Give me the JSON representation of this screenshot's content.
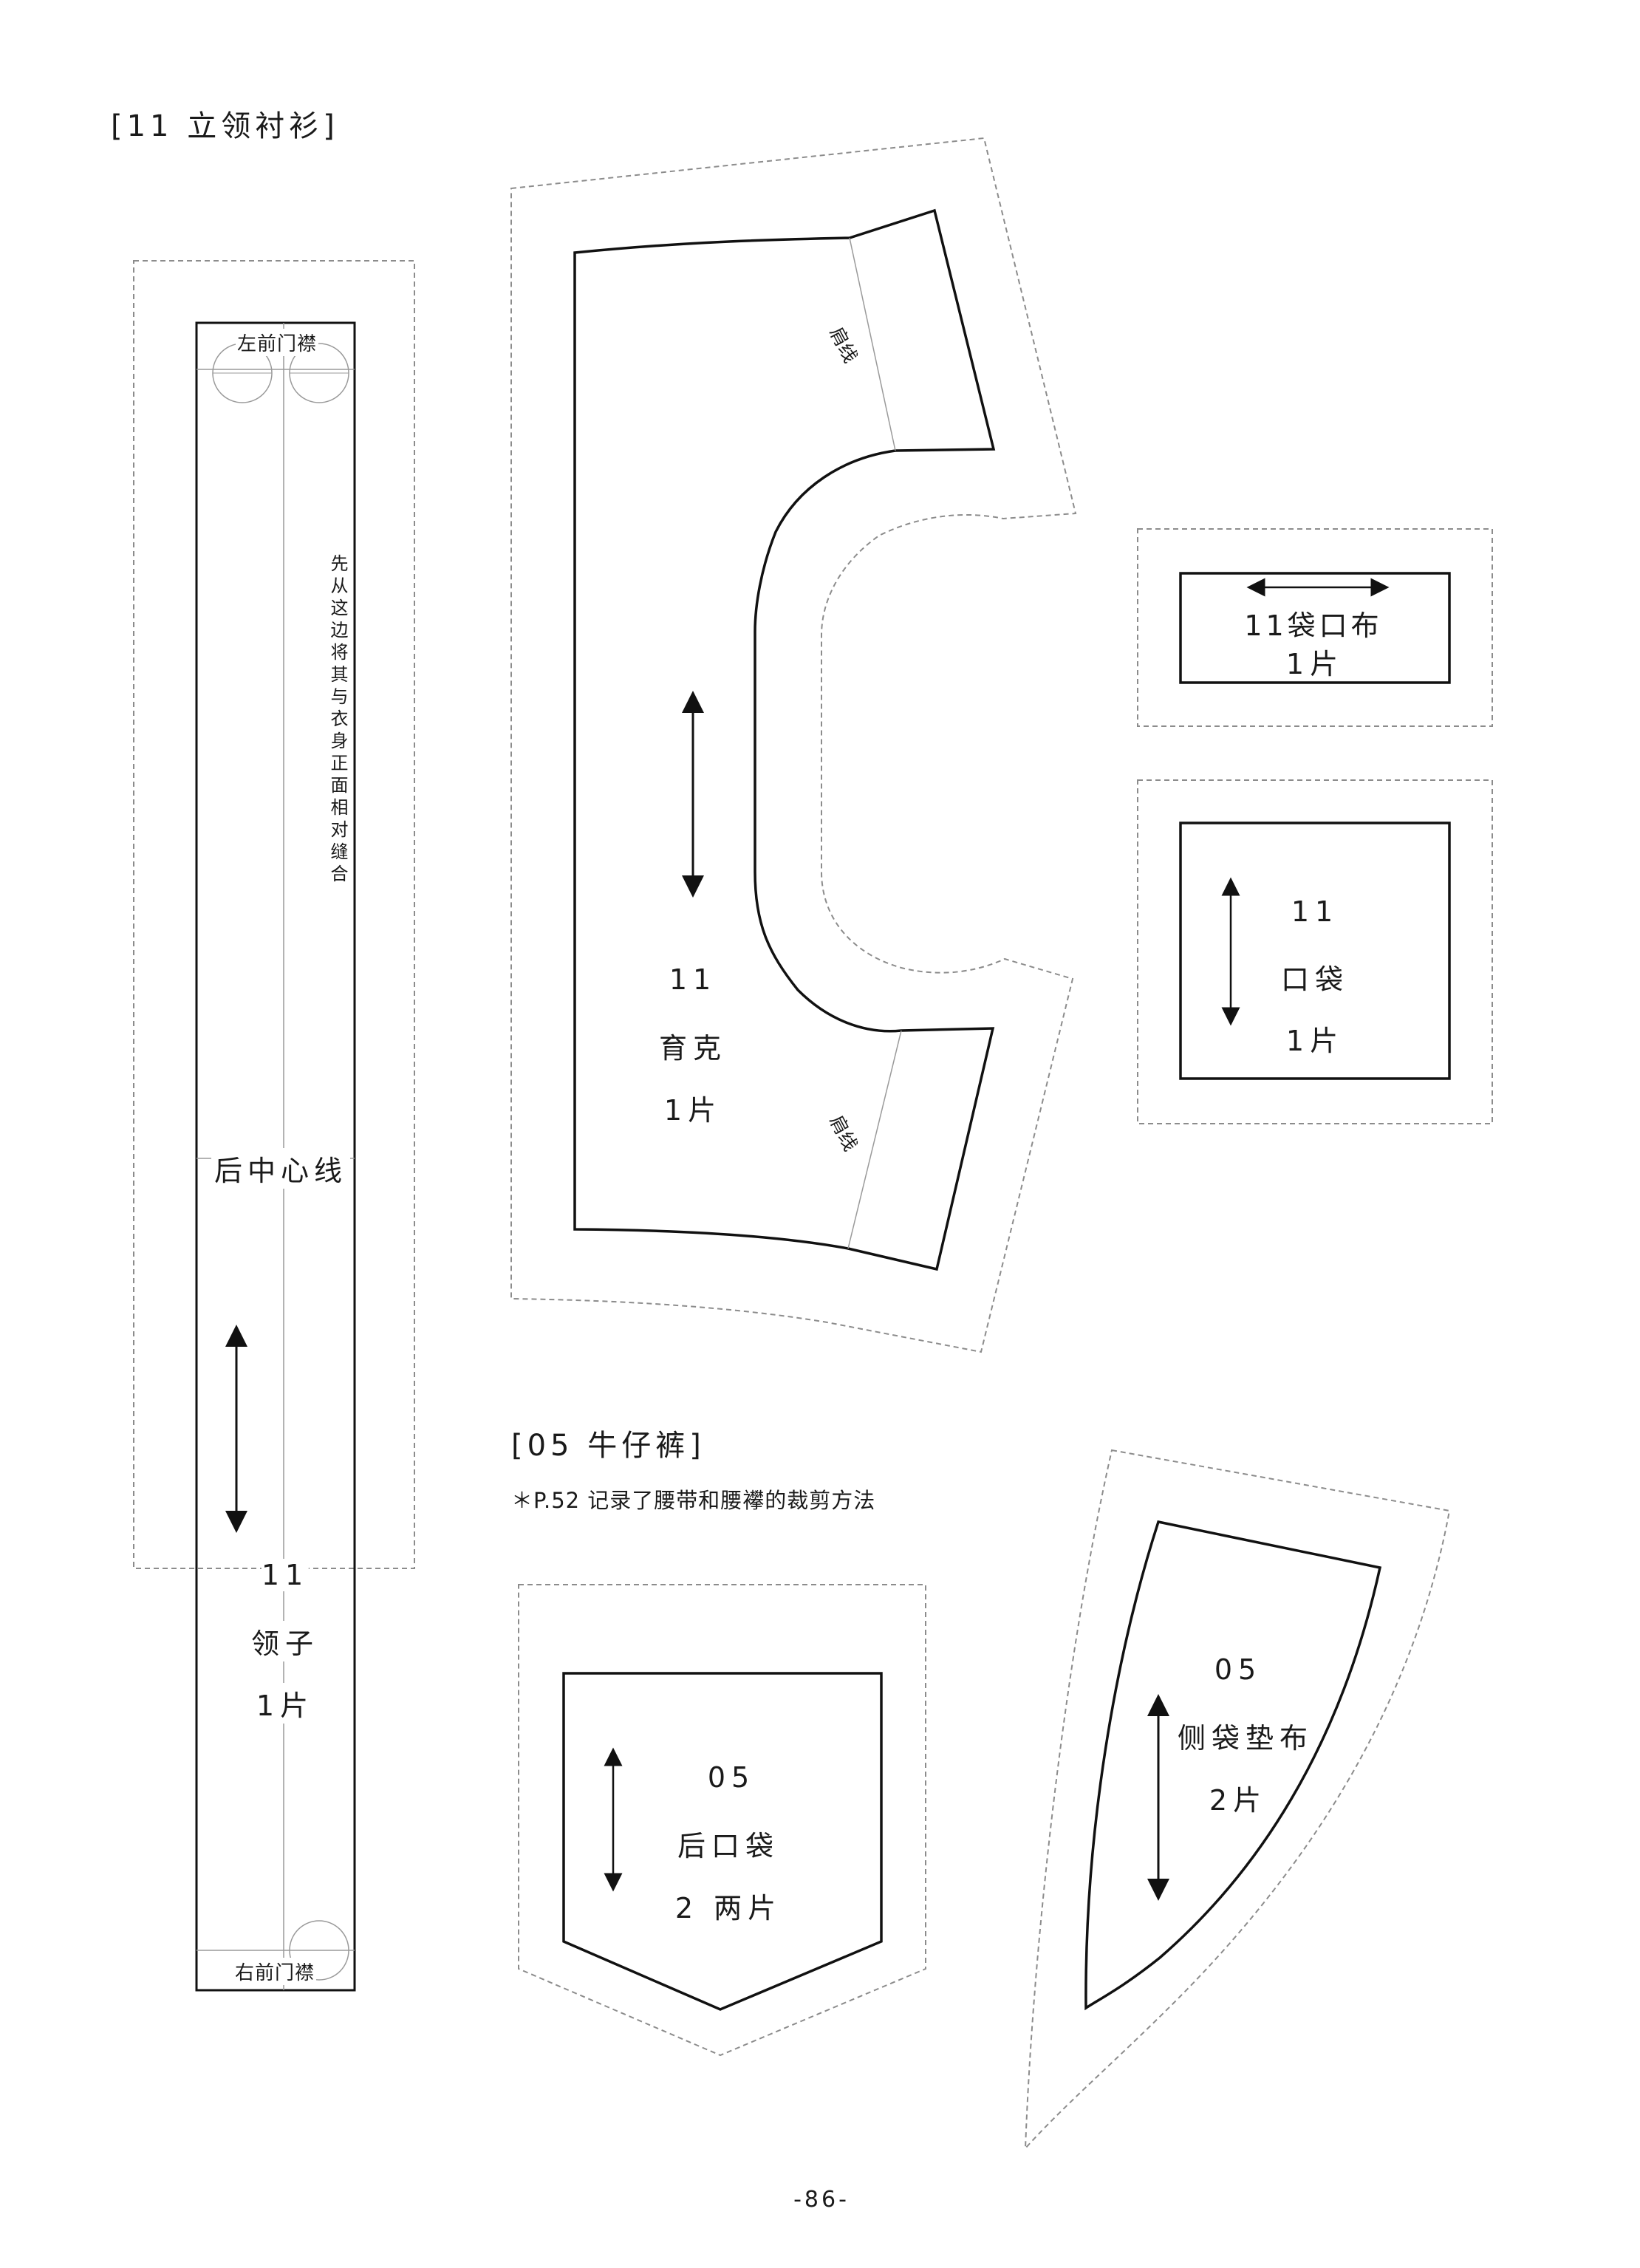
{
  "headings": {
    "shirt_section": "[11 立领衬衫]",
    "jeans_section": "[05 牛仔裤]",
    "jeans_note": "＊P.52 记录了腰带和腰襻的裁剪方法"
  },
  "pieces": {
    "collar": {
      "top_label": "左前门襟",
      "bottom_label": "右前门襟",
      "side_note": "先从这边将其与衣身正面相对缝合",
      "center_back": "后中心线",
      "number": "11",
      "name": "领子",
      "qty": "1片"
    },
    "yoke": {
      "number": "11",
      "name": "育克",
      "qty": "1片",
      "shoulder_top": "肩线",
      "shoulder_bottom": "肩线"
    },
    "pocket_facing": {
      "number_name": "11袋口布",
      "qty": "1片"
    },
    "pocket": {
      "number": "11",
      "name": "口袋",
      "qty": "1片"
    },
    "back_pocket": {
      "number": "05",
      "name": "后口袋",
      "qty": "2 两片"
    },
    "side_pocket_lining": {
      "number": "05",
      "name": "侧袋垫布",
      "qty": "2片"
    }
  },
  "footer": {
    "page_number": "-86-"
  },
  "colors": {
    "cut_line": "#111111",
    "seam_allowance": "#8c8c8c",
    "guide_line": "#9a9a9a"
  }
}
